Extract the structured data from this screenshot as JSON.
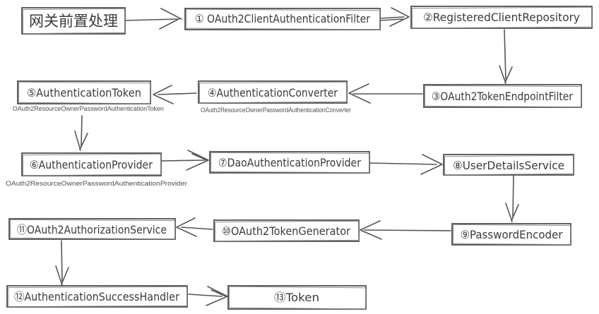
{
  "diagram": {
    "colors": {
      "background": "#ffffff",
      "box_stroke": "#474747",
      "box_stroke_sketch": "#8c8c8c",
      "arrow_stroke": "#565656",
      "label_text": "#3b3b3b",
      "subtext_text": "#4f4f4f"
    },
    "boxes": [
      {
        "id": "gateway",
        "label": "网关前置处理"
      },
      {
        "id": "oauth2-client-authentication-filter",
        "label": "① OAuth2ClientAuthenticationFilter"
      },
      {
        "id": "registered-client-repository",
        "label": "②RegisteredClientRepository"
      },
      {
        "id": "oauth2-token-endpoint-filter",
        "label": "③OAuth2TokenEndpointFilter"
      },
      {
        "id": "authentication-converter",
        "label": "④AuthenticationConverter",
        "subtext": "OAuth2ResourceOwnerPasswordAuthenticationConverter"
      },
      {
        "id": "authentication-token",
        "label": "⑤AuthenticationToken",
        "subtext": "OAuth2ResourceOwnerPasswordAuthenticationToken"
      },
      {
        "id": "authentication-provider",
        "label": "⑥AuthenticationProvider",
        "subtext": "OAuth2ResourceOwnerPasswordAuthenticationProvider"
      },
      {
        "id": "dao-authentication-provider",
        "label": "⑦DaoAuthenticationProvider"
      },
      {
        "id": "user-details-service",
        "label": "⑧UserDetailsService"
      },
      {
        "id": "password-encoder",
        "label": "⑨PasswordEncoder"
      },
      {
        "id": "oauth2-token-generator",
        "label": "⑩OAuth2TokenGenerator"
      },
      {
        "id": "oauth2-authorization-service",
        "label": "⑪OAuth2AuthorizationService"
      },
      {
        "id": "authentication-success-handler",
        "label": "⑫AuthenticationSuccessHandler"
      },
      {
        "id": "token",
        "label": "⑬Token"
      }
    ],
    "edges": [
      {
        "from": "gateway",
        "to": "oauth2-client-authentication-filter"
      },
      {
        "from": "oauth2-client-authentication-filter",
        "to": "registered-client-repository"
      },
      {
        "from": "registered-client-repository",
        "to": "oauth2-token-endpoint-filter"
      },
      {
        "from": "oauth2-token-endpoint-filter",
        "to": "authentication-converter"
      },
      {
        "from": "authentication-converter",
        "to": "authentication-token"
      },
      {
        "from": "authentication-token",
        "to": "authentication-provider"
      },
      {
        "from": "authentication-provider",
        "to": "dao-authentication-provider"
      },
      {
        "from": "dao-authentication-provider",
        "to": "user-details-service"
      },
      {
        "from": "user-details-service",
        "to": "password-encoder"
      },
      {
        "from": "password-encoder",
        "to": "oauth2-token-generator"
      },
      {
        "from": "oauth2-token-generator",
        "to": "oauth2-authorization-service"
      },
      {
        "from": "oauth2-authorization-service",
        "to": "authentication-success-handler"
      },
      {
        "from": "authentication-success-handler",
        "to": "token"
      }
    ]
  }
}
